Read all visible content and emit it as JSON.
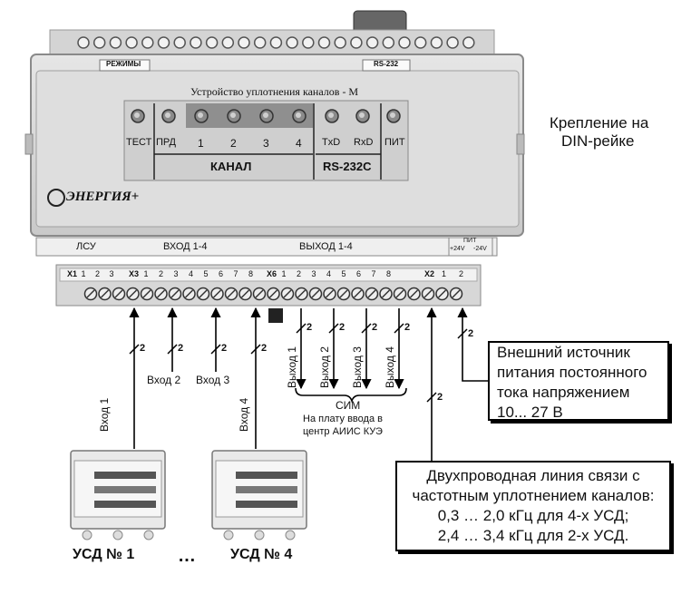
{
  "device": {
    "title": "Устройство уплотнения каналов - М",
    "top_label_left": "РЕЖИМЫ",
    "top_label_right": "RS-232",
    "leds": [
      "ТЕСТ",
      "ПРД",
      "1",
      "2",
      "3",
      "4",
      "TxD",
      "RxD",
      "ПИТ"
    ],
    "group_kanal": "КАНАЛ",
    "group_rs": "RS-232C",
    "logo": "ЭНЕРГИЯ+",
    "terminal_labels": [
      "ЛСУ",
      "ВХОД 1-4",
      "ВЫХОД 1-4",
      "ПИТ"
    ],
    "power_polarity": [
      "+24V",
      "-24V"
    ],
    "x1": [
      "X1",
      "1",
      "2",
      "3"
    ],
    "x3": [
      "X3",
      "1",
      "2",
      "3",
      "4",
      "5",
      "6",
      "7",
      "8"
    ],
    "x6": [
      "X6",
      "1",
      "2",
      "3",
      "4",
      "5",
      "6",
      "7",
      "8"
    ],
    "x2": [
      "X2",
      "1",
      "2"
    ]
  },
  "mount_note": [
    "Крепление на",
    "DIN-рейке"
  ],
  "wire_count": "2",
  "inputs": [
    "Вход 1",
    "Вход 2",
    "Вход 3",
    "Вход 4"
  ],
  "outputs": [
    "Выход 1",
    "Выход 2",
    "Выход 3",
    "Выход 4"
  ],
  "sim_label": "СИМ",
  "sim_target": [
    "На плату ввода в",
    "центр АИИС КУЭ"
  ],
  "power_box": [
    "Внешний источник",
    "питания постоянного",
    "тока напряжением",
    "10... 27 В"
  ],
  "line_box": [
    "Двухпроводная линия связи с",
    "частотным уплотнением каналов:",
    "0,3 … 2,0 кГц для 4-х УСД;",
    "2,4 … 3,4 кГц для 2-х УСД."
  ],
  "usd_labels": [
    "УСД № 1",
    "УСД № 4"
  ],
  "ellipsis": "…"
}
